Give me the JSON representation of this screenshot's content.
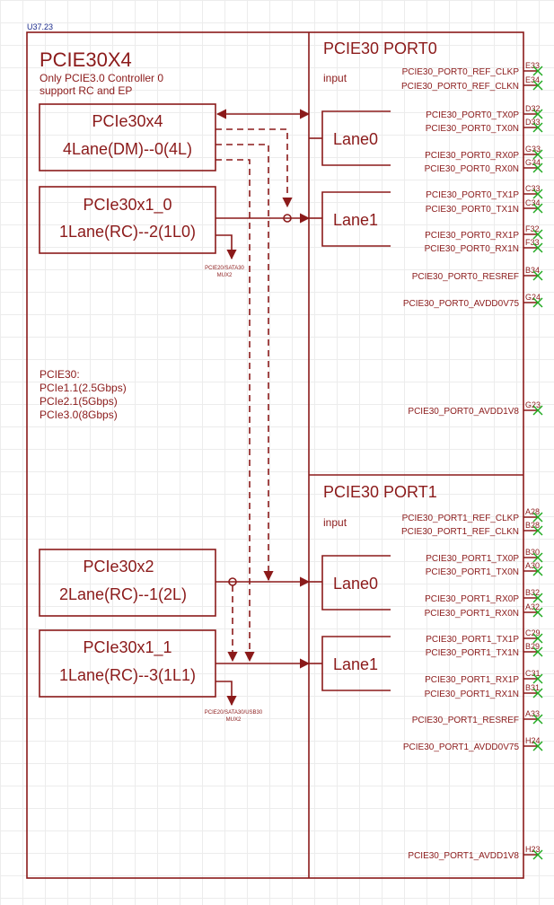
{
  "component": {
    "refdes": "U37.23",
    "title": "PCIE30X4",
    "subtitle1": "Only PCIE3.0 Controller 0",
    "subtitle2": "support RC and EP"
  },
  "controllers": [
    {
      "name": "PCIe30x4",
      "mode": "4Lane(DM)--0(4L)"
    },
    {
      "name": "PCIe30x1_0",
      "mode": "1Lane(RC)--2(1L0)"
    },
    {
      "name": "PCIe30x2",
      "mode": "2Lane(RC)--1(2L)"
    },
    {
      "name": "PCIe30x1_1",
      "mode": "1Lane(RC)--3(1L1)"
    }
  ],
  "speeds": {
    "heading": "PCIE30:",
    "lines": [
      "PCIe1.1(2.5Gbps)",
      "PCIe2.1(5Gbps)",
      "PCIe3.0(8Gbps)"
    ]
  },
  "mux": {
    "mux1_line1": "PCIE20/SATA30",
    "mux1_line2": "MUX2",
    "mux2_line1": "PCIE20/SATA30/USB30",
    "mux2_line2": "MUX2"
  },
  "ports": [
    {
      "title": "PCIE30 PORT0",
      "input_label": "input",
      "lanes": [
        "Lane0",
        "Lane1"
      ],
      "pins": [
        {
          "label": "PCIE30_PORT0_REF_CLKP",
          "pin": "E33"
        },
        {
          "label": "PCIE30_PORT0_REF_CLKN",
          "pin": "E34"
        },
        {
          "label": "PCIE30_PORT0_TX0P",
          "pin": "D32"
        },
        {
          "label": "PCIE30_PORT0_TX0N",
          "pin": "D33"
        },
        {
          "label": "PCIE30_PORT0_RX0P",
          "pin": "G33"
        },
        {
          "label": "PCIE30_PORT0_RX0N",
          "pin": "G34"
        },
        {
          "label": "PCIE30_PORT0_TX1P",
          "pin": "C33"
        },
        {
          "label": "PCIE30_PORT0_TX1N",
          "pin": "C34"
        },
        {
          "label": "PCIE30_PORT0_RX1P",
          "pin": "F32"
        },
        {
          "label": "PCIE30_PORT0_RX1N",
          "pin": "F33"
        },
        {
          "label": "PCIE30_PORT0_RESREF",
          "pin": "B34"
        },
        {
          "label": "PCIE30_PORT0_AVDD0V75",
          "pin": "G24"
        },
        {
          "label": "PCIE30_PORT0_AVDD1V8",
          "pin": "G23"
        }
      ]
    },
    {
      "title": "PCIE30 PORT1",
      "input_label": "input",
      "lanes": [
        "Lane0",
        "Lane1"
      ],
      "pins": [
        {
          "label": "PCIE30_PORT1_REF_CLKP",
          "pin": "A28"
        },
        {
          "label": "PCIE30_PORT1_REF_CLKN",
          "pin": "B28"
        },
        {
          "label": "PCIE30_PORT1_TX0P",
          "pin": "B30"
        },
        {
          "label": "PCIE30_PORT1_TX0N",
          "pin": "A30"
        },
        {
          "label": "PCIE30_PORT1_RX0P",
          "pin": "B32"
        },
        {
          "label": "PCIE30_PORT1_RX0N",
          "pin": "A32"
        },
        {
          "label": "PCIE30_PORT1_TX1P",
          "pin": "C29"
        },
        {
          "label": "PCIE30_PORT1_TX1N",
          "pin": "B29"
        },
        {
          "label": "PCIE30_PORT1_RX1P",
          "pin": "C31"
        },
        {
          "label": "PCIE30_PORT1_RX1N",
          "pin": "B31"
        },
        {
          "label": "PCIE30_PORT1_RESREF",
          "pin": "A33"
        },
        {
          "label": "PCIE30_PORT1_AVDD0V75",
          "pin": "H24"
        },
        {
          "label": "PCIE30_PORT1_AVDD1V8",
          "pin": "H23"
        }
      ]
    }
  ]
}
